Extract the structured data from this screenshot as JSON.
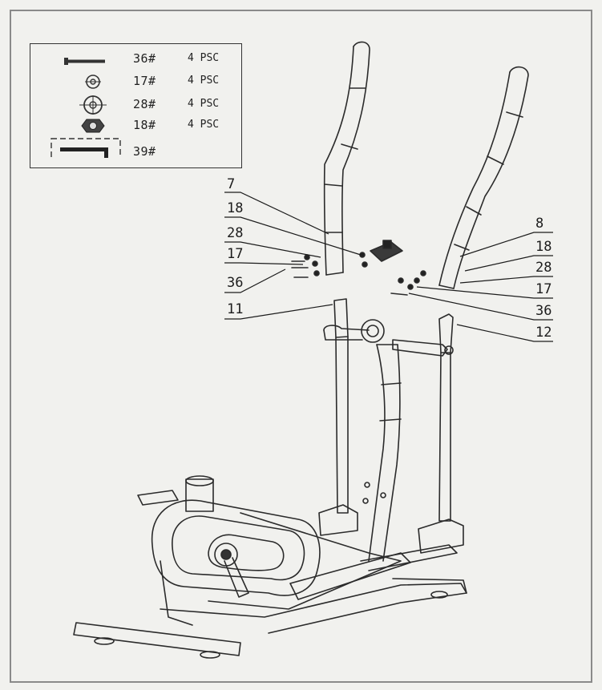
{
  "hardware_list": [
    {
      "icon": "bolt-icon",
      "code": "36#",
      "qty": "4 PSC"
    },
    {
      "icon": "spring-washer-icon",
      "code": "17#",
      "qty": "4 PSC"
    },
    {
      "icon": "flat-washer-icon",
      "code": "28#",
      "qty": "4 PSC"
    },
    {
      "icon": "nut-icon",
      "code": "18#",
      "qty": "4 PSC"
    },
    {
      "icon": "allen-wrench-icon",
      "code": "39#",
      "qty": ""
    }
  ],
  "callouts": {
    "left_handlebar": "7",
    "left_nut": "18",
    "left_flat_washer": "28",
    "left_spring_washer": "17",
    "left_bolt": "36",
    "left_lower_arm": "11",
    "right_handlebar": "8",
    "right_nut": "18",
    "right_flat_washer": "28",
    "right_spring_washer": "17",
    "right_bolt": "36",
    "right_lower_arm": "12"
  }
}
